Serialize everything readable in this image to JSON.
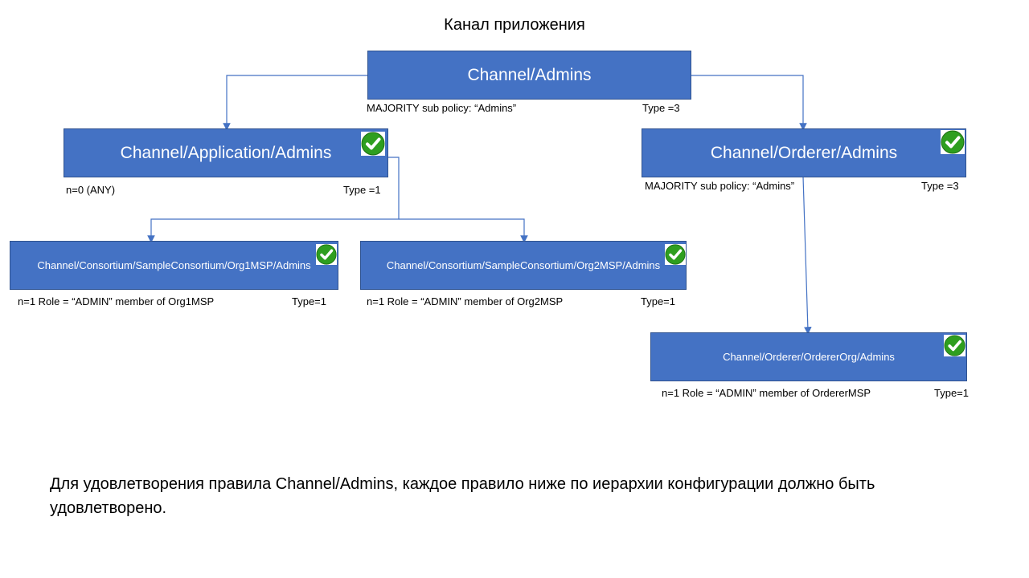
{
  "title": "Канал приложения",
  "nodes": {
    "root": {
      "label": "Channel/Admins",
      "left_note": "MAJORITY sub policy: “Admins”",
      "right_note": "Type =3"
    },
    "app": {
      "label": "Channel/Application/Admins",
      "left_note": "n=0 (ANY)",
      "right_note": "Type =1"
    },
    "orderer": {
      "label": "Channel/Orderer/Admins",
      "left_note": "MAJORITY sub policy: “Admins”",
      "right_note": "Type =3"
    },
    "org1": {
      "label": "Channel/Consortium/SampleConsortium/Org1MSP/Admins",
      "left_note": "n=1  Role = “ADMIN” member  of Org1MSP",
      "right_note": "Type=1"
    },
    "org2": {
      "label": "Channel/Consortium/SampleConsortium/Org2MSP/Admins",
      "left_note": "n=1  Role = “ADMIN” member  of Org2MSP",
      "right_note": "Type=1"
    },
    "ordererorg": {
      "label": "Channel/Orderer/OrdererOrg/Admins",
      "left_note": "n=1  Role = “ADMIN” member  of OrdererMSP",
      "right_note": "Type=1"
    }
  },
  "footer": "Для удовлетворения правила Channel/Admins, каждое правило ниже по иерархии конфигурации должно быть удовлетворено.",
  "colors": {
    "box_fill": "#4472C4",
    "box_border": "#2F528F",
    "connector": "#4472C4",
    "check_green": "#2E9E1F"
  },
  "icons": {
    "approved": "green-checkmark-icon"
  }
}
